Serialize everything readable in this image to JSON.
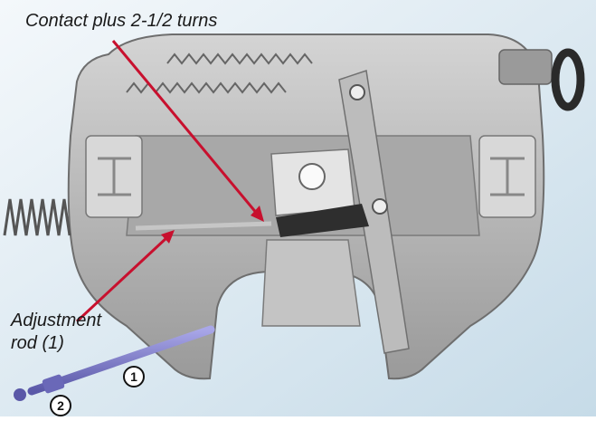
{
  "labels": {
    "top_callout": "Contact plus 2-1/2 turns",
    "adjust_line1": "Adjustment",
    "adjust_line2": "rod (1)"
  },
  "markers": {
    "one": "1",
    "two": "2"
  },
  "colors": {
    "background_light": "#eef4f8",
    "background_dark": "#c8dce8",
    "casting_light": "#c8c8c8",
    "casting_dark": "#8a8a8a",
    "leader_red": "#c8102e",
    "rod_purple": "#7a78c9"
  },
  "icons": [
    "spring-icon",
    "handle-ring-icon"
  ]
}
